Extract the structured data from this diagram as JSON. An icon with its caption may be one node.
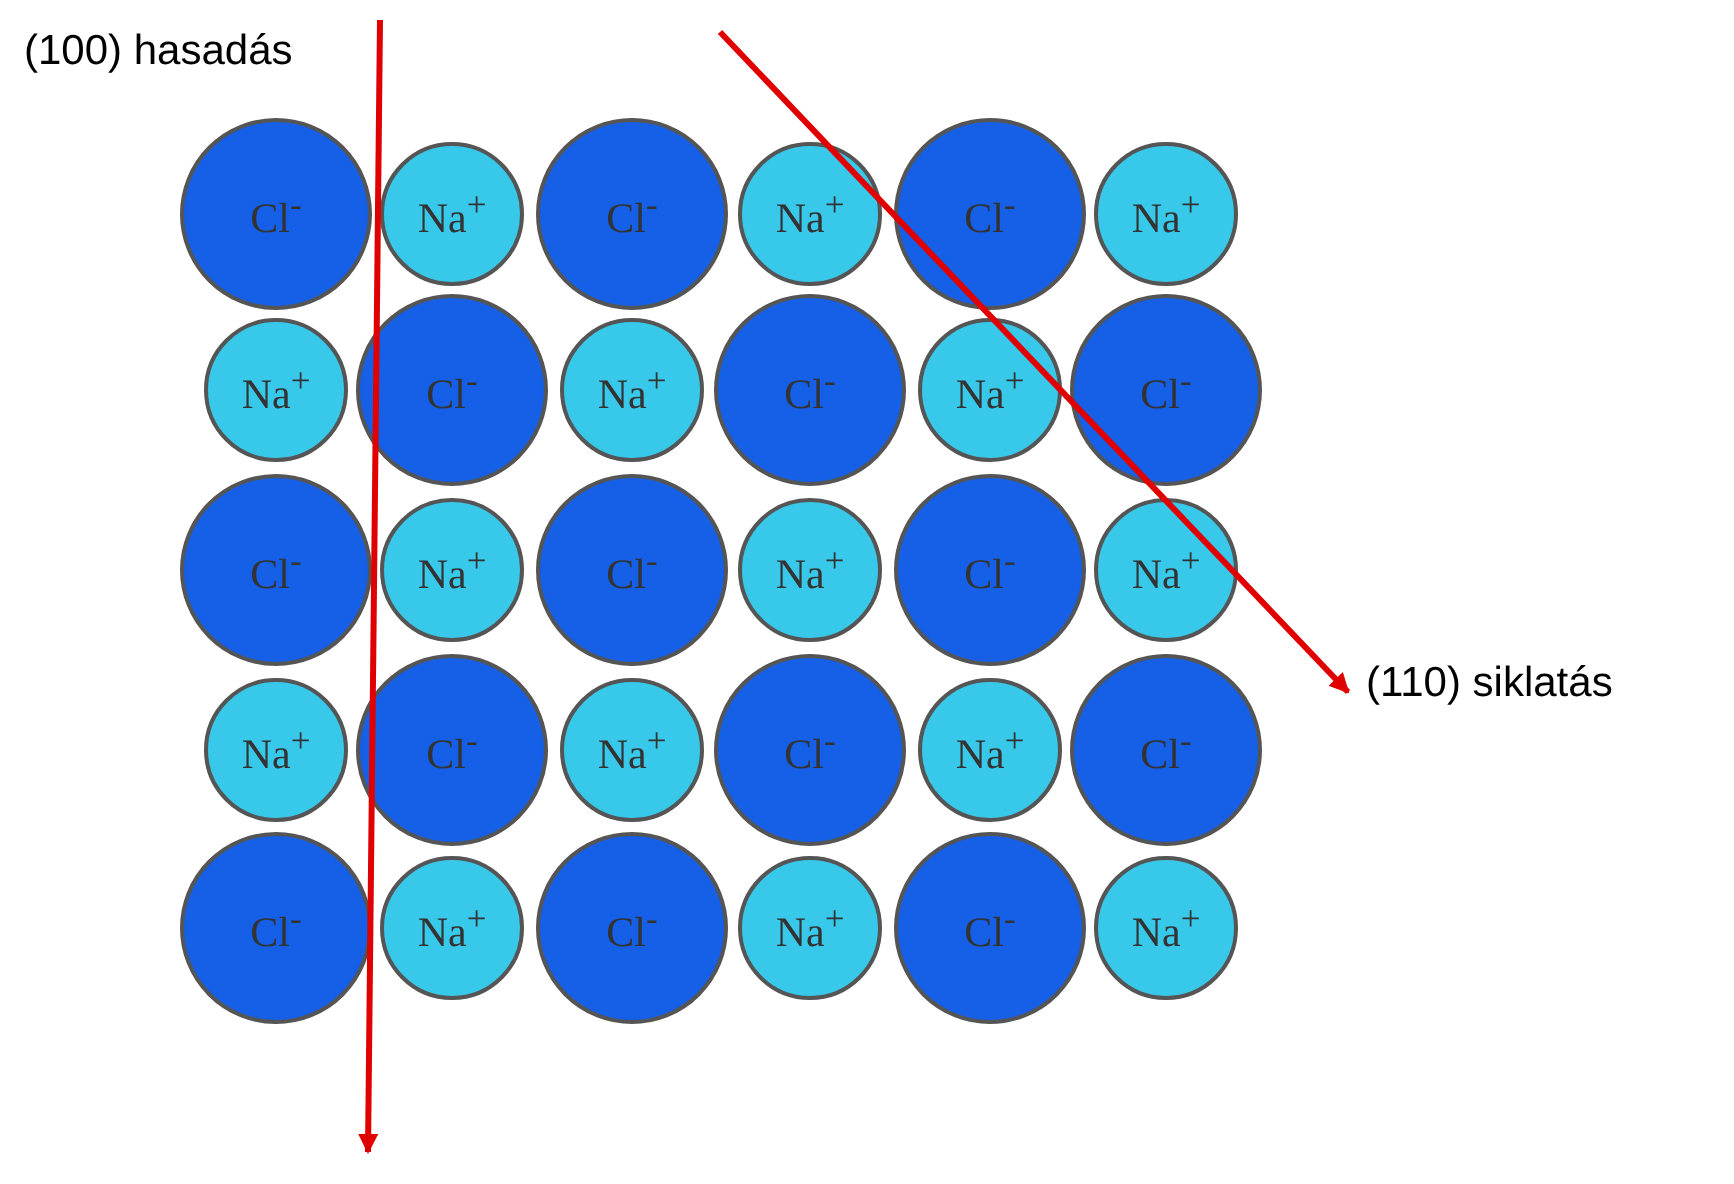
{
  "diagram": {
    "nodes": [
      {
        "text": [
          "Cl$^{-}$"
        ]
      },
      {
        "text": [
          "Na$^{+}$"
        ]
      },
      {
        "text": [
          "Cl$^{-}$"
        ]
      },
      {
        "text": [
          "Na$^{+}$"
        ]
      },
      {
        "text": [
          "Cl$^{-}$"
        ]
      },
      {
        "text": [
          "Na$^{+}$"
        ]
      },
      {
        "text": [
          "Na$^{+}$"
        ]
      },
      {
        "text": [
          "Cl$^{-}$"
        ]
      },
      {
        "text": [
          "Na$^{+}$"
        ]
      },
      {
        "text": [
          "Cl$^{-}$"
        ]
      },
      {
        "text": [
          "Na$^{+}$"
        ]
      },
      {
        "text": [
          "Cl$^{-}$"
        ]
      },
      {
        "text": [
          "Cl$^{-}$"
        ]
      },
      {
        "text": [
          "Na$^{+}$"
        ]
      },
      {
        "text": [
          "Cl$^{-}$"
        ]
      },
      {
        "text": [
          "Na$^{+}$"
        ]
      },
      {
        "text": [
          "Cl$^{-}$"
        ]
      },
      {
        "text": [
          "Na$^{+}$"
        ]
      },
      {
        "text": [
          "Na$^{+}$"
        ]
      },
      {
        "text": [
          "Cl$^{-}$"
        ]
      },
      {
        "text": [
          "Na$^{+}$"
        ]
      },
      {
        "text": [
          "Cl$^{-}$"
        ]
      },
      {
        "text": [
          "Na$^{+}$"
        ]
      },
      {
        "text": [
          "Cl$^{-}$"
        ]
      },
      {
        "text": [
          "Cl$^{-}$"
        ]
      },
      {
        "text": [
          "Na$^{+}$"
        ]
      },
      {
        "text": [
          "Cl$^{-}$"
        ]
      },
      {
        "text": [
          "Na$^{+}$"
        ]
      },
      {
        "text": [
          "Cl$^{-}$"
        ]
      },
      {
        "text": [
          "Na$^{+}$"
        ]
      }
    ],
    "labels": [
      "(100) hasadás",
      "(110) siklatás"
    ]
  }
}
